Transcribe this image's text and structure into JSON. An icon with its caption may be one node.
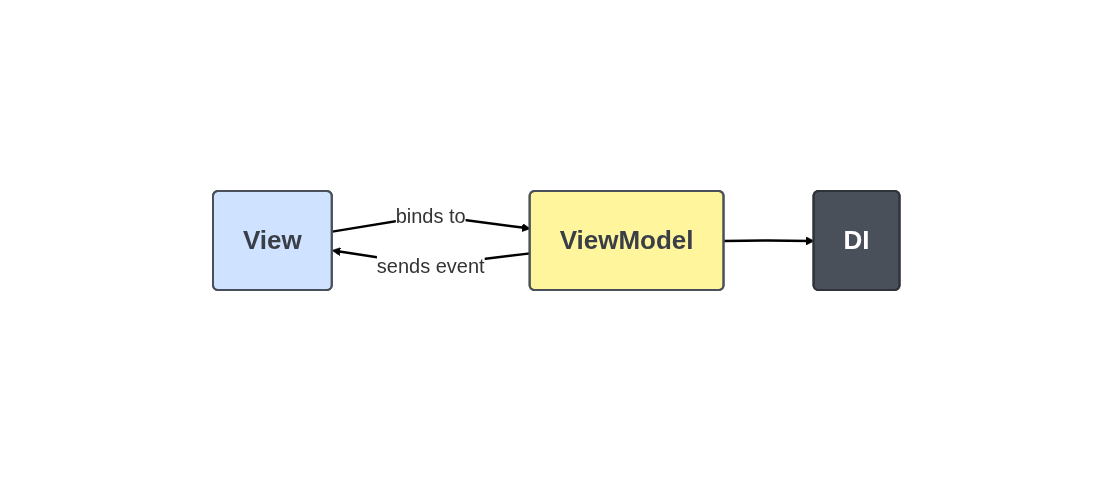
{
  "diagram": {
    "nodes": [
      {
        "text": [
          "View"
        ]
      },
      {
        "text": [
          "ViewModel"
        ]
      },
      {
        "text": [
          "DI"
        ]
      }
    ],
    "edges": [
      {
        "from": 0,
        "to": 1,
        "arrow": "to",
        "label": "binds to"
      },
      {
        "from": 1,
        "to": 0,
        "arrow": "to",
        "label": "sends event"
      },
      {
        "from": 1,
        "to": 2,
        "arrow": "to"
      }
    ]
  }
}
